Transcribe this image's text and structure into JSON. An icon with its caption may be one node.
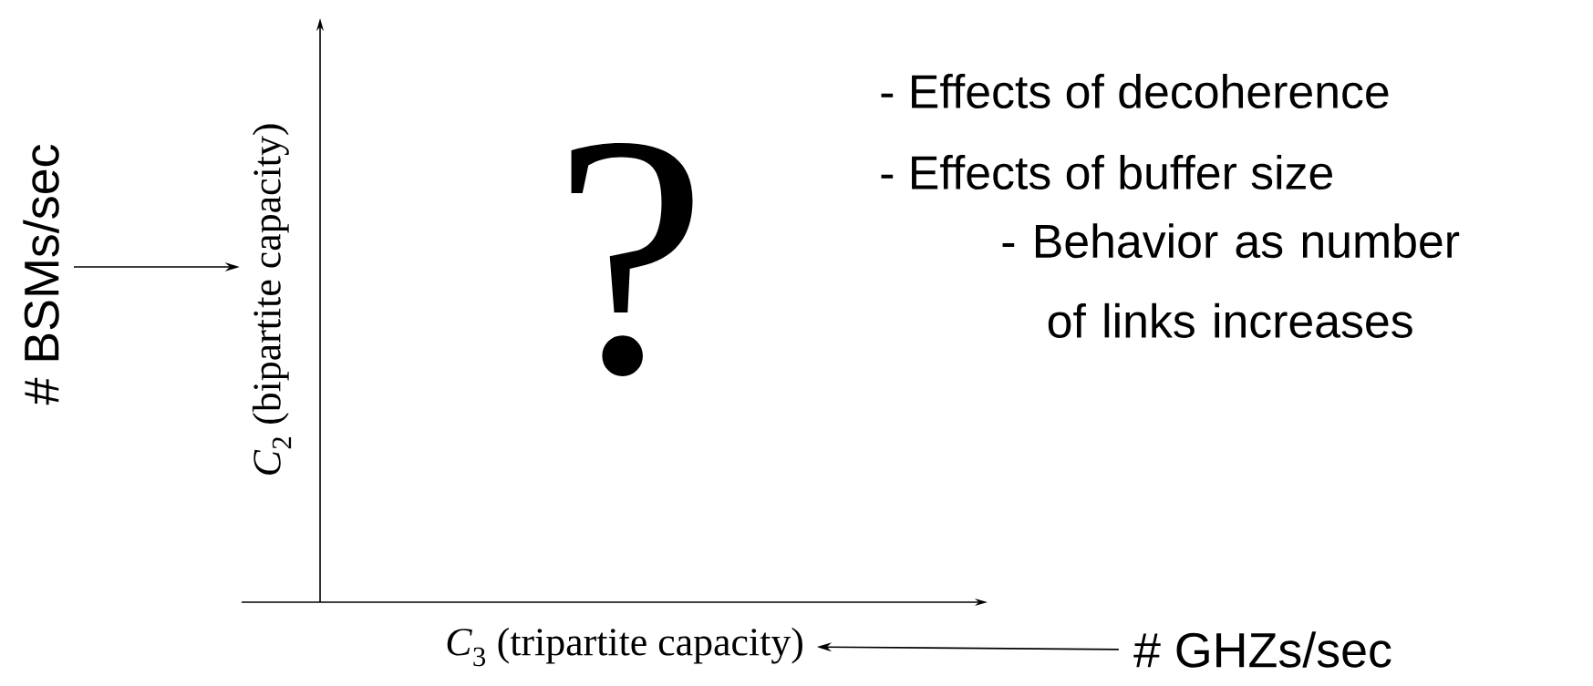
{
  "diagram": {
    "nodes": [
      {
        "text": [
          "# BSMs/sec"
        ]
      },
      {
        "text": [
          "*C*$_{2}$ (bipartite capacity)"
        ]
      },
      {
        "text": [
          "*C*$_{3}$ (tripartite capacity)"
        ]
      },
      {
        "text": [
          "# GHZs/sec"
        ]
      }
    ],
    "edges": [
      {
        "from": 0,
        "to": 1,
        "arrow": "to"
      },
      {
        "from": 3,
        "to": 2,
        "arrow": "to"
      }
    ],
    "labels": [
      "?",
      "- Effects of decoherence",
      "- Effects of buffer size",
      "- Behavior as number of links increases"
    ]
  }
}
